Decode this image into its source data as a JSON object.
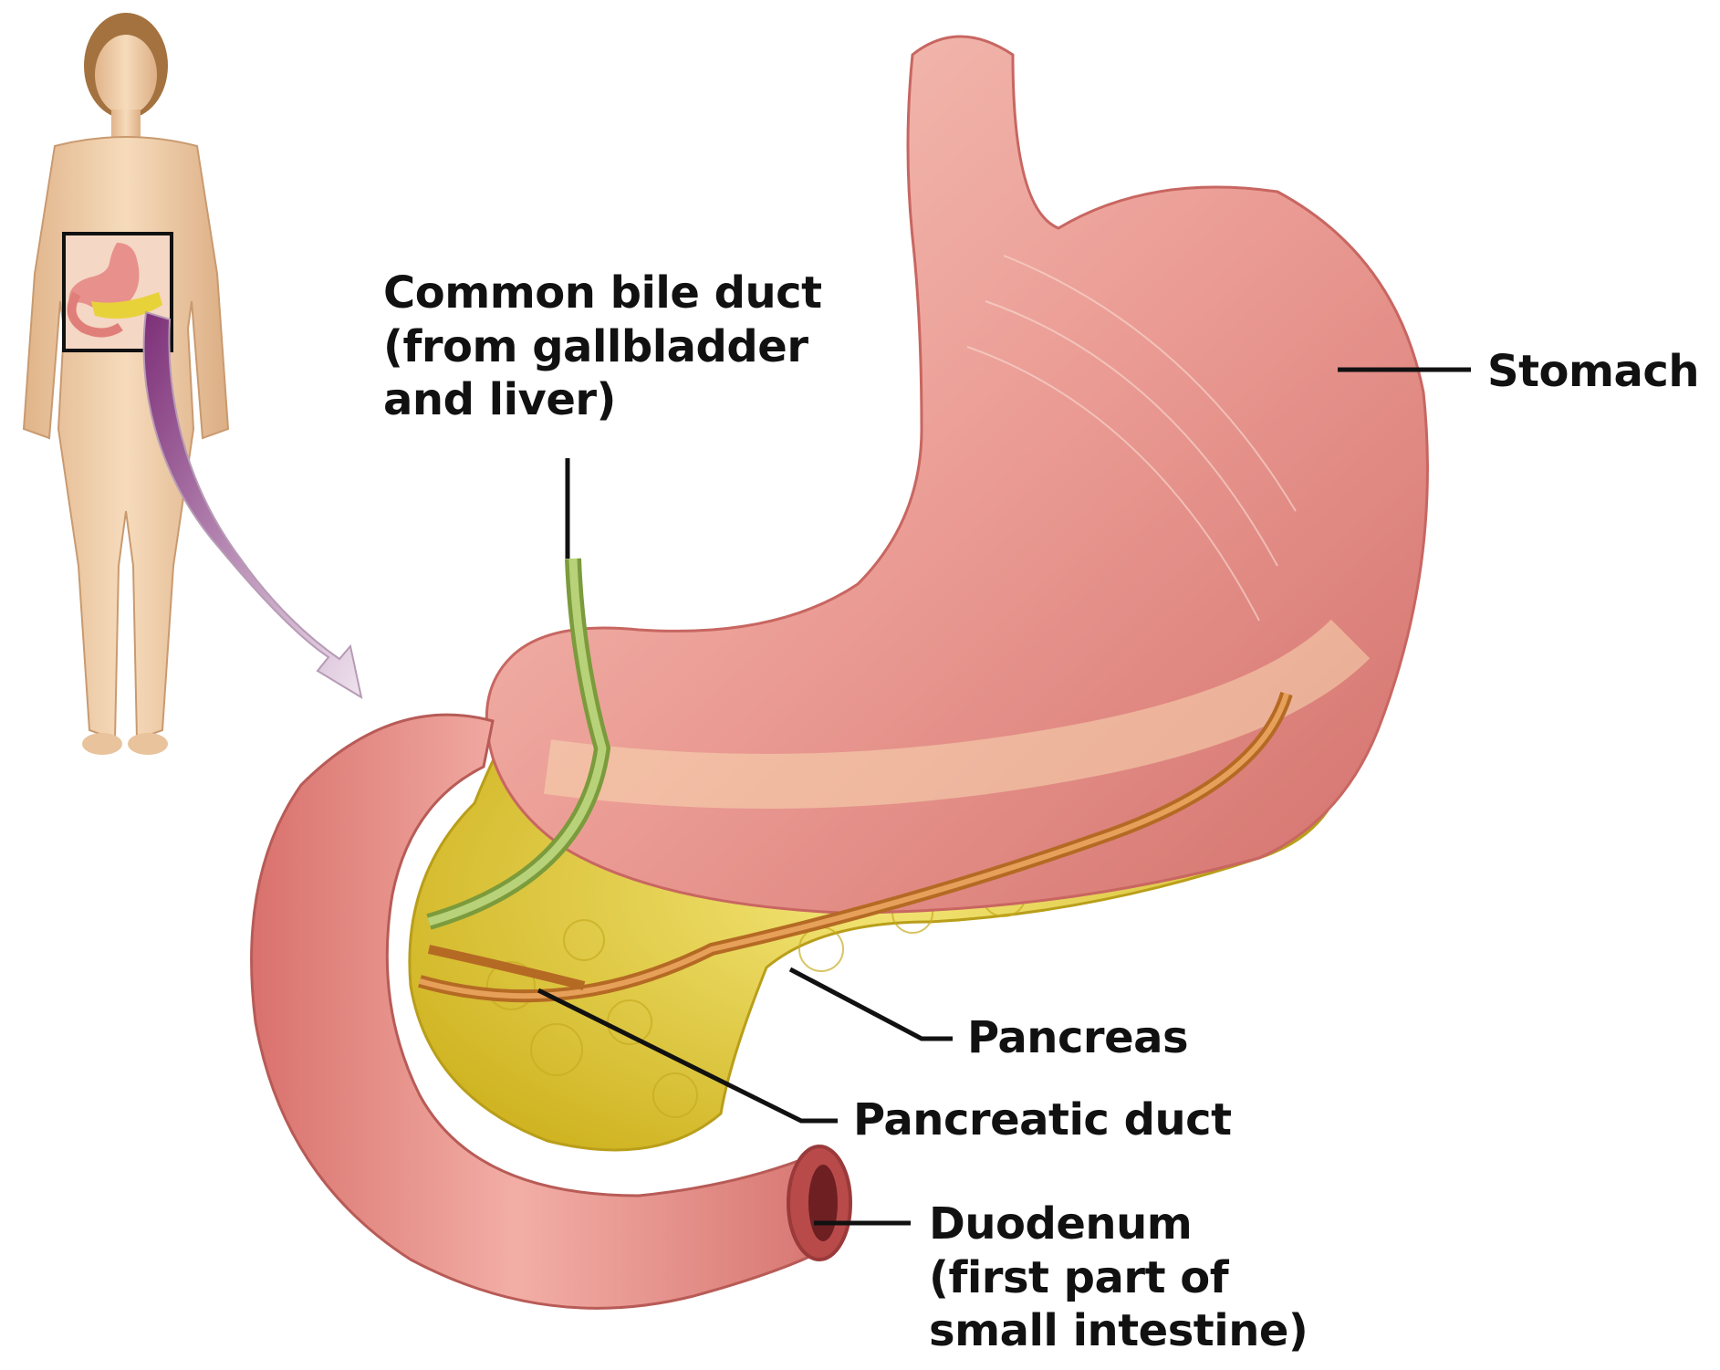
{
  "labels": {
    "common_bile_duct": [
      "Common bile duct",
      "(from gallbladder",
      "and liver)"
    ],
    "stomach": "Stomach",
    "pancreas": "Pancreas",
    "pancreatic_duct": "Pancreatic duct",
    "duodenum": [
      "Duodenum",
      "(first part of",
      "small intestine)"
    ]
  },
  "colors": {
    "stomach": "#e8908c",
    "stomach_light": "#f7c9bf",
    "pancreas": "#e8d23a",
    "duct_green": "#9fbf5a",
    "duct_orange": "#d98a3c",
    "skin": "#f1cfa8",
    "arrow": "#8c3b86"
  }
}
